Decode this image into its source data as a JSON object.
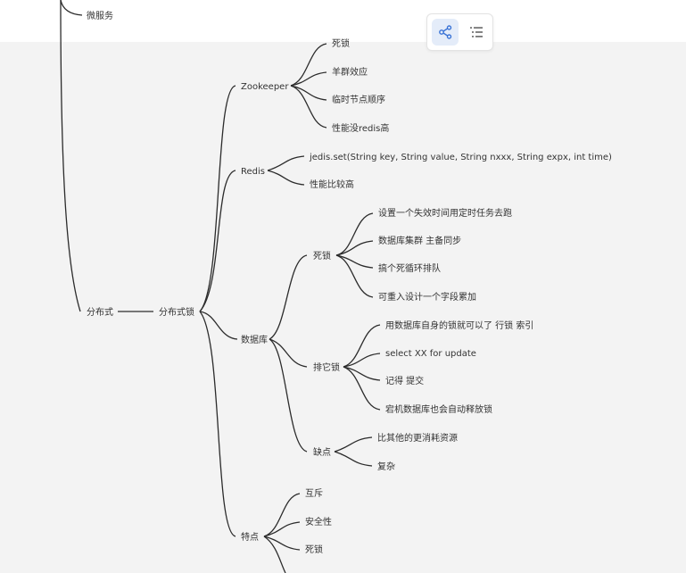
{
  "toolbar": {
    "mindmap_icon": "mindmap-view-icon",
    "outline_icon": "outline-list-icon",
    "active": "mindmap",
    "accent": "#3a73d6",
    "active_bg": "#e4ecf9"
  },
  "nodes": {
    "microservice": "微服务",
    "distributed": "分布式",
    "dist_lock": "分布式锁",
    "zookeeper": "Zookeeper",
    "zk_deadlock": "死锁",
    "zk_herd": "羊群效应",
    "zk_temp_order": "临时节点顺序",
    "zk_perf": "性能没redis高",
    "redis": "Redis",
    "redis_set": "jedis.set(String key, String value, String nxxx, String expx, int time)",
    "redis_perf": "性能比较高",
    "database": "数据库",
    "db_deadlock": "死锁",
    "db_dl_timer": "设置一个失效时间用定时任务去跑",
    "db_dl_cluster": "数据库集群 主备同步",
    "db_dl_loop": "搞个死循环排队",
    "db_dl_reentrant": "可重入设计一个字段累加",
    "db_exclusive": "排它锁",
    "db_ex_self": "用数据库自身的锁就可以了 行锁  索引",
    "db_ex_select": "select XX for update",
    "db_ex_commit": "记得 提交",
    "db_ex_crash": "宕机数据库也会自动释放锁",
    "db_cons": "缺点",
    "db_cons_resource": "比其他的更消耗资源",
    "db_cons_complex": "复杂",
    "features": "特点",
    "feat_mutex": "互斥",
    "feat_safety": "安全性",
    "feat_deadlock": "死锁"
  }
}
